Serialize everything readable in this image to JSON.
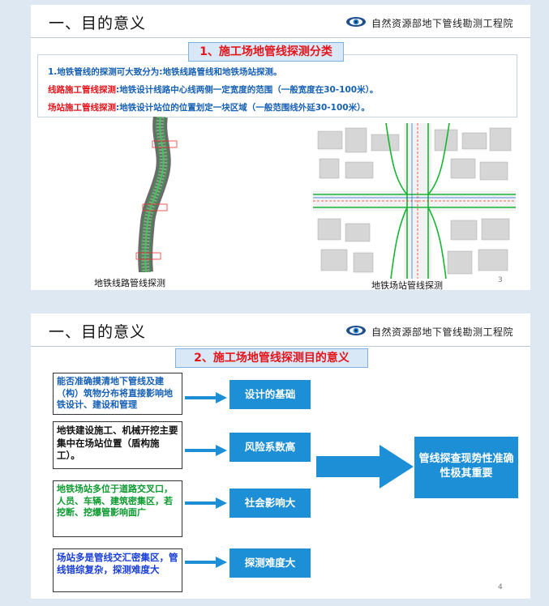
{
  "colors": {
    "accent_blue": "#1d8fd6",
    "title_red": "#e5141b",
    "text_blue": "#1660b5",
    "text_green": "#0b9a2f",
    "text_deep_blue": "#1a3fd6"
  },
  "header": {
    "title": "一、目的意义",
    "org": "自然资源部地下管线勘测工程院",
    "logo_icon": "eye-logo-icon"
  },
  "slide1": {
    "section_title": "1、施工场地管线探测分类",
    "intro": "1.地铁管线的探测可大致分为:地铁线路管线和地铁场站探测。",
    "line_label": "线路施工管线探测",
    "line_text": ":地铁设计线路中心线两侧一定宽度的范围（一般宽度在30-100米）。",
    "station_label": "场站施工管线探测",
    "station_text": ":地铁设计站位的位置划定一块区域（一般范围线外延30-100米）。",
    "caption_line": "地铁线路管线探测",
    "caption_station": "地铁场站管线探测",
    "page": "3"
  },
  "slide2": {
    "section_title": "2、施工场地管线探测目的意义",
    "rows": [
      {
        "left": "能否准确摸清地下管线及建（构）筑物分布将直接影响地铁设计、建设和管理",
        "right": "设计的基础"
      },
      {
        "left": "地铁建设施工、机械开挖主要集中在场站位置（盾构施工）。",
        "right": "风险系数高"
      },
      {
        "left": "地铁场站多位于道路交叉口，人员、车辆、建筑密集区，若挖断、挖爆管影响面广",
        "right": "社会影响大"
      },
      {
        "left": "场站多是管线交汇密集区，管线错综复杂，探测难度大",
        "right": "探测难度大"
      }
    ],
    "result": "管线探查现势性准确性极其重要",
    "page": "4"
  }
}
